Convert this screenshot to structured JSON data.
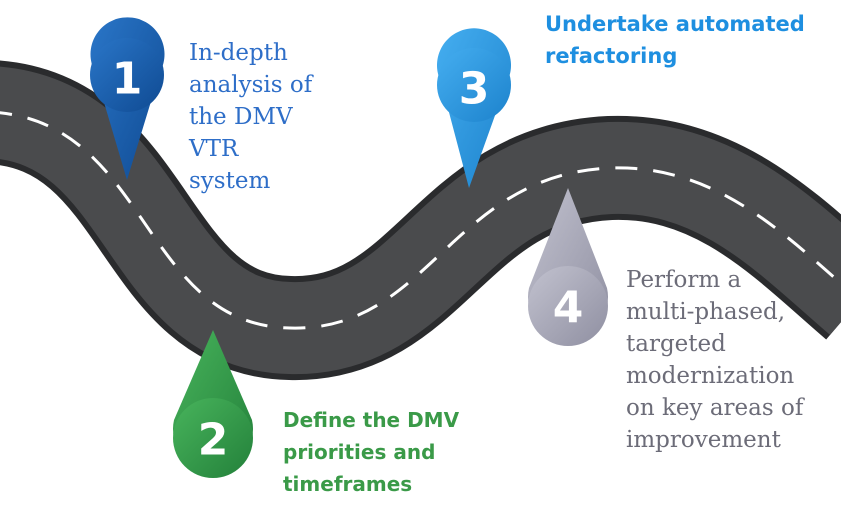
{
  "steps": [
    {
      "number": "1",
      "color": "#1559a8",
      "lines": [
        "In-depth",
        "analysis of",
        "the DMV",
        "VTR",
        "system"
      ]
    },
    {
      "number": "2",
      "color": "#2e9a46",
      "lines": [
        "Define the DMV",
        "priorities and",
        "timeframes"
      ]
    },
    {
      "number": "3",
      "color": "#1e8fe0",
      "lines": [
        "Undertake automated",
        "refactoring"
      ]
    },
    {
      "number": "4",
      "color": "#a3a3b3",
      "lines": [
        "Perform a",
        "multi-phased,",
        "targeted",
        "modernization",
        "on key areas of",
        "improvement"
      ]
    }
  ],
  "road": {
    "asphalt_color": "#4a4b4d",
    "edge_color": "#2a2b2d",
    "lane_color": "#ffffff"
  }
}
